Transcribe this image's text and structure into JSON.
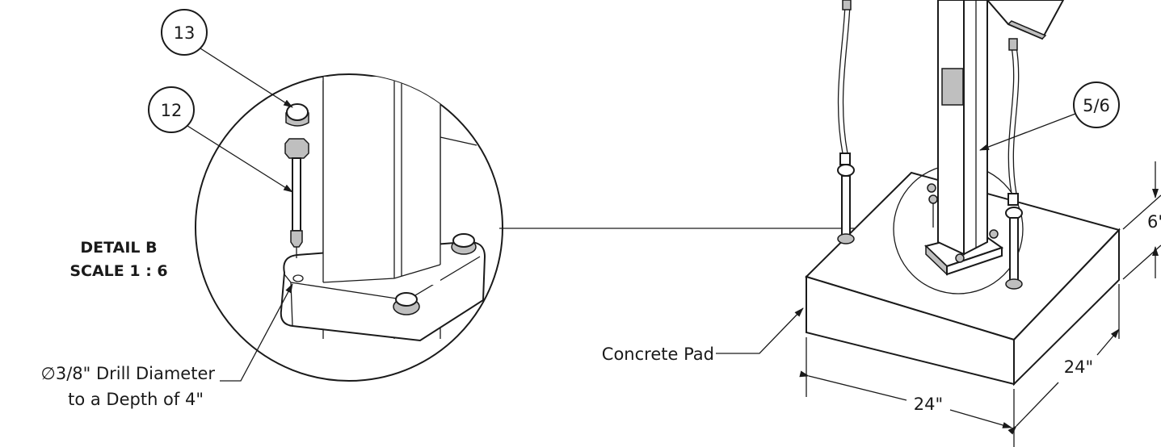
{
  "detail": {
    "title": "DETAIL B",
    "scale": "SCALE 1 : 6"
  },
  "balloons": {
    "b13": "13",
    "b12": "12",
    "b56": "5/6"
  },
  "notes": {
    "drill_line1": "∅3/8\" Drill Diameter",
    "drill_line2": "to a Depth of 4\"",
    "concrete_pad": "Concrete Pad"
  },
  "dimensions": {
    "width_front": "24\"",
    "width_side": "24\"",
    "height": "6\""
  }
}
